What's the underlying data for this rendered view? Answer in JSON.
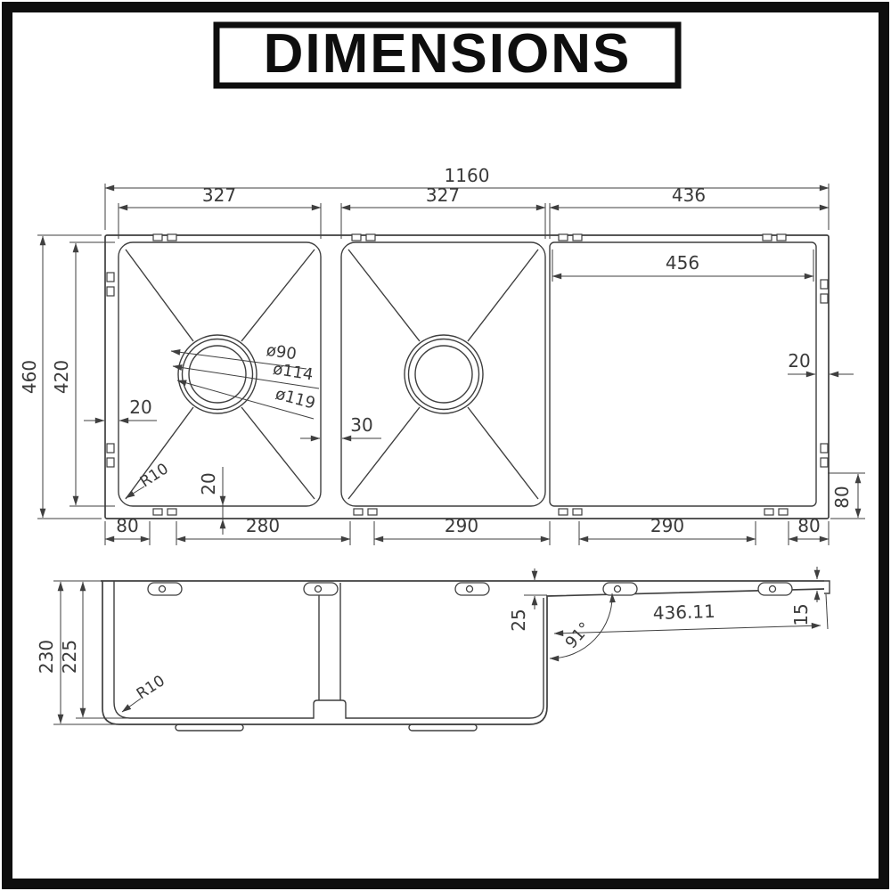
{
  "title": "DIMENSIONS",
  "top_view": {
    "overall_width": "1160",
    "left_bowl_width": "327",
    "middle_bowl_width": "327",
    "drainer_width": "436",
    "drainer_inner_width": "456",
    "overall_depth": "460",
    "bowl_depth": "420",
    "left_wall": "20",
    "right_wall": "20",
    "bowl_gap": "30",
    "corner_radius": "R10",
    "base_lip": "20",
    "right_edge_offset": "80",
    "drain_dia_small": "ø90",
    "drain_dia_mid": "ø114",
    "drain_dia_large": "ø119",
    "bottom_row": [
      "80",
      "280",
      "290",
      "290",
      "80"
    ]
  },
  "side_view": {
    "overall_depth": "230",
    "inner_depth": "225",
    "drainer_near_drop": "25",
    "drainer_angle": "91°",
    "drainer_length": "436.11",
    "drainer_far_drop": "15",
    "corner_radius": "R10"
  }
}
